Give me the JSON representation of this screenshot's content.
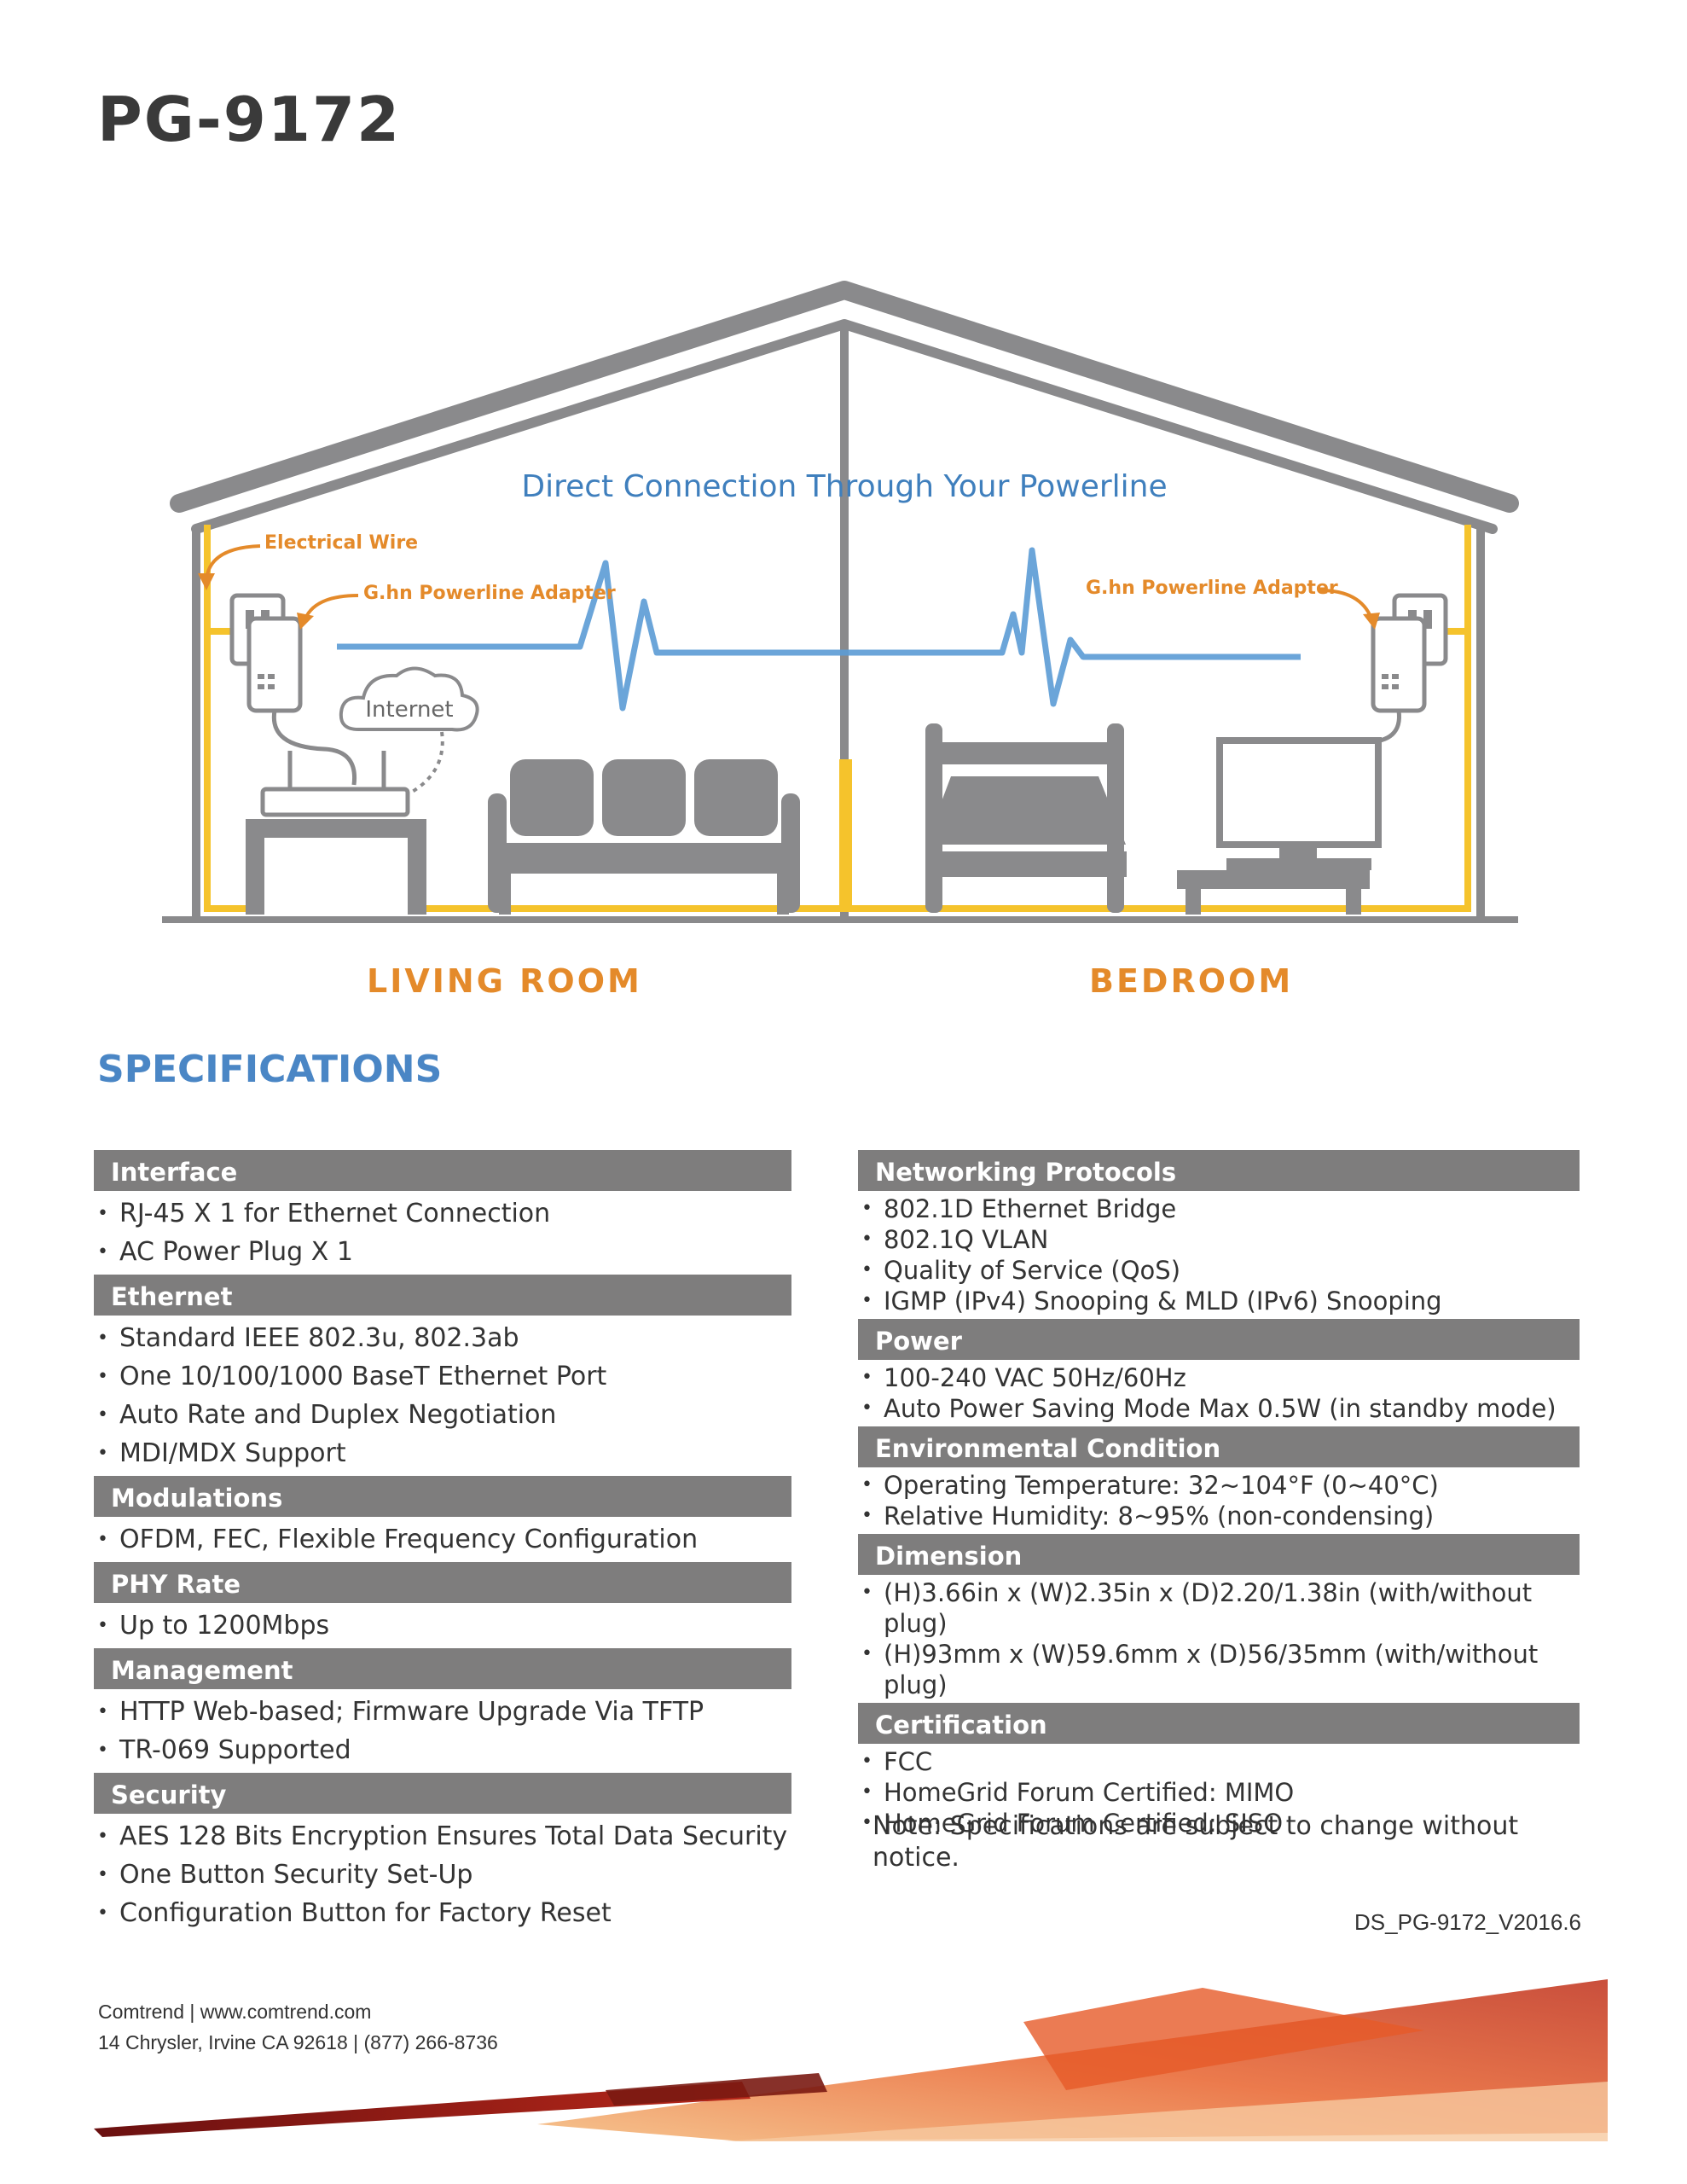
{
  "title": "PG-9172",
  "diagram": {
    "heading": "Direct Connection Through Your Powerline",
    "labels": {
      "electrical_wire": "Electrical Wire",
      "adapter_left": "G.hn Powerline Adapter",
      "adapter_right": "G.hn Powerline Adapter",
      "internet": "Internet"
    },
    "rooms": {
      "left": "LIVING ROOM",
      "right": "BEDROOM"
    },
    "colors": {
      "structure": "#8a8a8c",
      "wire": "#f5c32c",
      "signal": "#5b9bd5",
      "label": "#e48a2a"
    }
  },
  "specifications": {
    "heading": "SPECIFICATIONS",
    "left": [
      {
        "title": "Interface",
        "items": [
          "RJ-45 X 1 for Ethernet Connection",
          "AC Power Plug X 1"
        ]
      },
      {
        "title": "Ethernet",
        "items": [
          "Standard IEEE 802.3u, 802.3ab",
          "One 10/100/1000 BaseT Ethernet Port",
          "Auto Rate and Duplex Negotiation",
          "MDI/MDX Support"
        ]
      },
      {
        "title": "Modulations",
        "items": [
          "OFDM, FEC, Flexible Frequency Configuration"
        ]
      },
      {
        "title": "PHY Rate",
        "items": [
          "Up to 1200Mbps"
        ]
      },
      {
        "title": "Management",
        "items": [
          "HTTP Web-based; Firmware Upgrade Via TFTP",
          "TR-069 Supported"
        ]
      },
      {
        "title": "Security",
        "items": [
          "AES 128 Bits Encryption Ensures Total Data Security",
          "One Button Security Set-Up",
          "Configuration Button for Factory Reset"
        ]
      }
    ],
    "right": [
      {
        "title": "Networking Protocols",
        "items": [
          "802.1D Ethernet Bridge",
          "802.1Q VLAN",
          "Quality of Service (QoS)",
          "IGMP (IPv4) Snooping & MLD (IPv6) Snooping"
        ]
      },
      {
        "title": "Power",
        "items": [
          "100-240 VAC 50Hz/60Hz",
          "Auto Power Saving Mode Max 0.5W (in standby mode)"
        ]
      },
      {
        "title": "Environmental Condition",
        "items": [
          "Operating Temperature: 32~104°F (0~40°C)",
          "Relative Humidity: 8~95% (non-condensing)"
        ]
      },
      {
        "title": "Dimension",
        "items": [
          "(H)3.66in x (W)2.35in x (D)2.20/1.38in (with/without plug)",
          "(H)93mm x (W)59.6mm x (D)56/35mm (with/without plug)"
        ]
      },
      {
        "title": "Certification",
        "items": [
          "FCC",
          "HomeGrid Forum Certified: MIMO",
          "HomeGrid Forum Certified: SISO"
        ]
      }
    ],
    "note": "Note: Specifications are subject to change without notice."
  },
  "doc_id": "DS_PG-9172_V2016.6",
  "footer": {
    "line1": "Comtrend | www.comtrend.com",
    "line2": "14 Chrysler, Irvine CA 92618 | (877) 266-8736"
  }
}
